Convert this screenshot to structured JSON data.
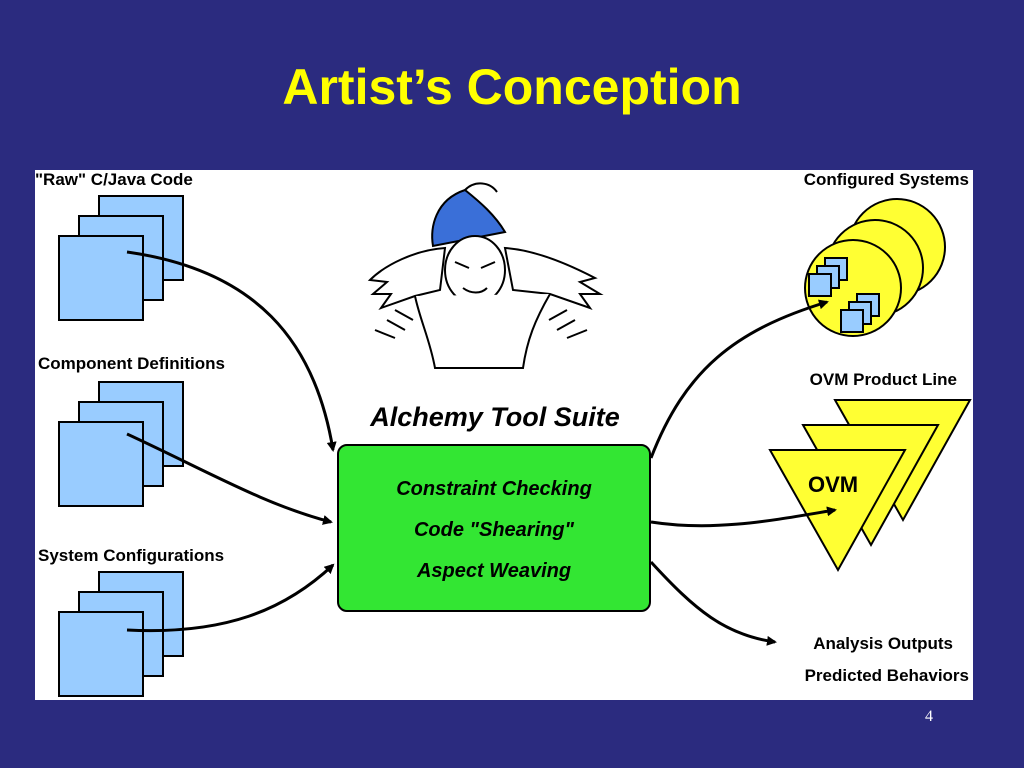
{
  "slide": {
    "title": "Artist’s Conception",
    "page_number": "4"
  },
  "inputs": {
    "raw_code": "\"Raw\" C/Java Code",
    "component_definitions": "Component Definitions",
    "system_configurations": "System Configurations"
  },
  "tool": {
    "suite_name": "Alchemy Tool Suite",
    "steps": [
      "Constraint Checking",
      "Code \"Shearing\"",
      "Aspect Weaving"
    ]
  },
  "outputs": {
    "configured_systems": "Configured Systems",
    "ovm_product_line": "OVM Product Line",
    "ovm_badge": "OVM",
    "analysis_outputs": "Analysis Outputs",
    "predicted_behaviors": "Predicted Behaviors"
  },
  "colors": {
    "background": "#2b2b7f",
    "title": "#ffff00",
    "document_fill": "#99ccff",
    "tool_box": "#33e633",
    "yellow": "#ffff33"
  }
}
